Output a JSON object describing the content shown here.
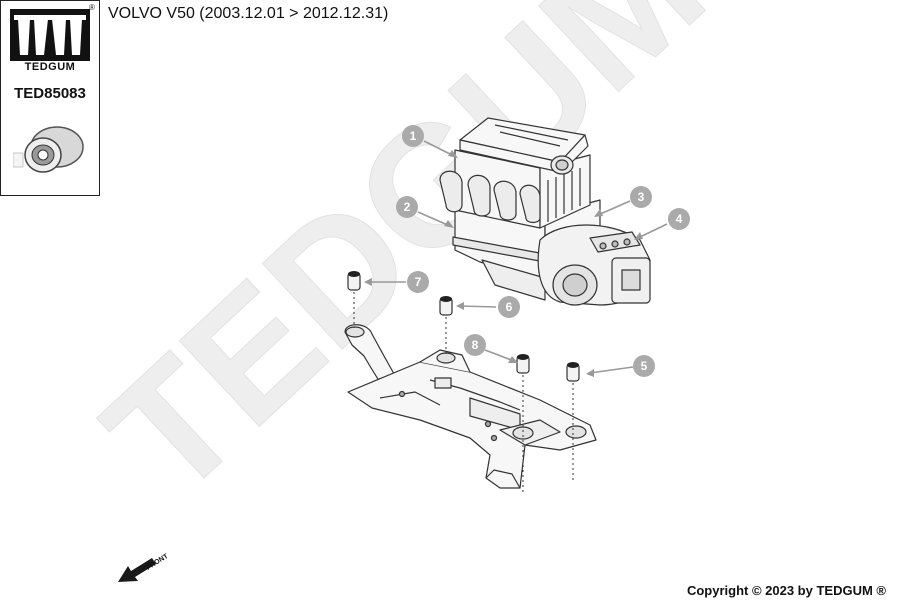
{
  "brand": {
    "name": "TEDGUM",
    "registered": "®"
  },
  "part_number": "TED85083",
  "title": "VOLVO V50  (2003.12.01 > 2012.12.31)",
  "watermark": "TEDGUM",
  "callouts": [
    "1",
    "2",
    "3",
    "4",
    "5",
    "6",
    "7",
    "8"
  ],
  "front_label": "FRONT",
  "copyright": "Copyright © 2023 by TEDGUM ®"
}
